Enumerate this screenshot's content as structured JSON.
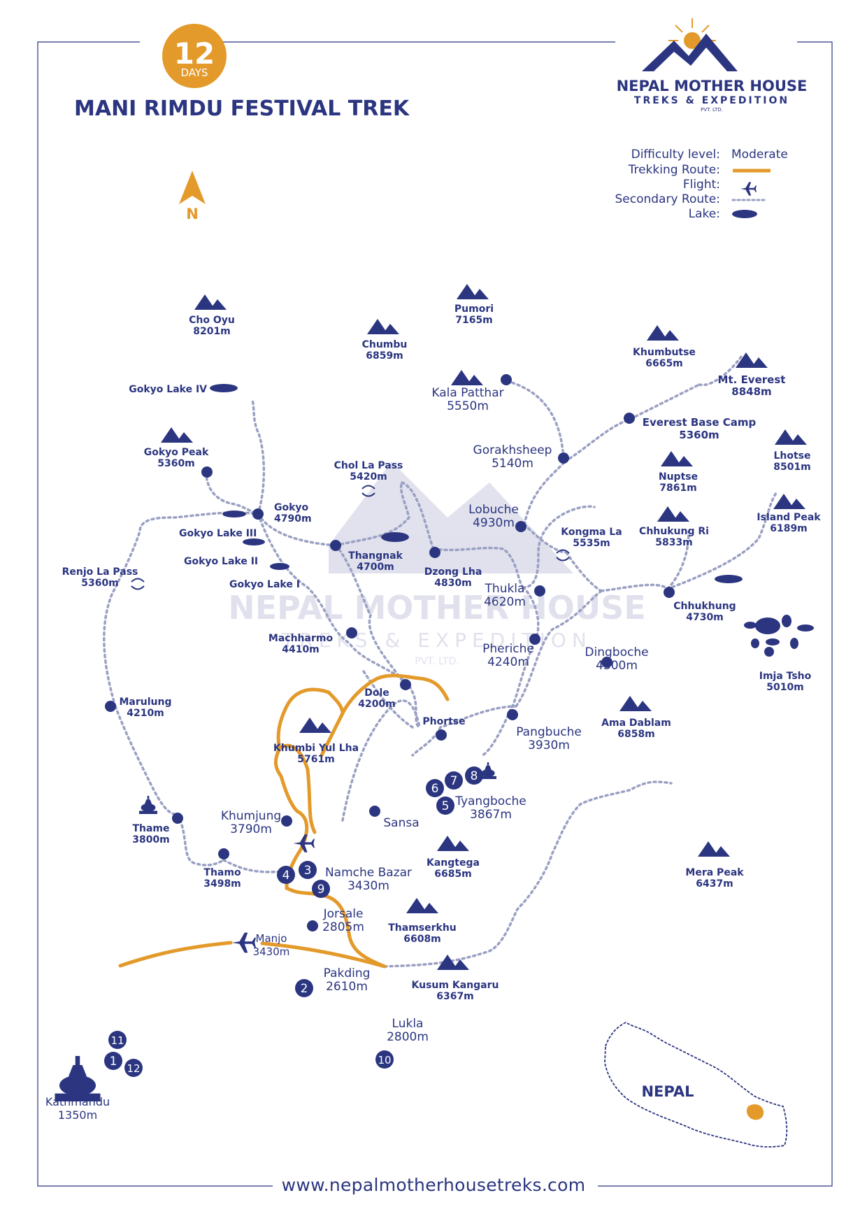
{
  "badge": {
    "number": "12",
    "unit": "DAYS"
  },
  "title": "MANI RIMDU FESTIVAL TREK",
  "company": {
    "name": "NEPAL MOTHER HOUSE",
    "tagline": "TREKS & EXPEDITION",
    "suffix": "PVT. LTD."
  },
  "watermark": {
    "line1": "NEPAL MOTHER HOUSE",
    "line2": "TREKS & EXPEDITION",
    "line3": "PVT. LTD."
  },
  "north": "N",
  "legend": {
    "difficulty_label": "Difficulty level:",
    "difficulty_value": "Moderate",
    "trekking_route": "Trekking Route:",
    "flight": "Flight:",
    "secondary_route": "Secondary Route:",
    "lake": "Lake:"
  },
  "colors": {
    "primary": "#2b3580",
    "accent": "#e39a2a",
    "dotted": "#9aa0c3"
  },
  "peaks": [
    {
      "name": "Cho Oyu",
      "alt": "8201m"
    },
    {
      "name": "Pumori",
      "alt": "7165m"
    },
    {
      "name": "Chumbu",
      "alt": "6859m"
    },
    {
      "name": "Khumbutse",
      "alt": "6665m"
    },
    {
      "name": "Mt. Everest",
      "alt": "8848m"
    },
    {
      "name": "Gokyo Peak",
      "alt": "5360m"
    },
    {
      "name": "Lhotse",
      "alt": "8501m"
    },
    {
      "name": "Nuptse",
      "alt": "7861m"
    },
    {
      "name": "Island Peak",
      "alt": "6189m"
    },
    {
      "name": "Chhukung Ri",
      "alt": "5833m"
    },
    {
      "name": "Ama Dablam",
      "alt": "6858m"
    },
    {
      "name": "Khumbi Yul Lha",
      "alt": "5761m"
    },
    {
      "name": "Kangtega",
      "alt": "6685m"
    },
    {
      "name": "Mera Peak",
      "alt": "6437m"
    },
    {
      "name": "Thamserkhu",
      "alt": "6608m"
    },
    {
      "name": "Kusum Kangaru",
      "alt": "6367m"
    },
    {
      "name": "Kala Patthar",
      "alt": "5550m"
    }
  ],
  "places": [
    {
      "name": "Gokyo",
      "alt": "4790m"
    },
    {
      "name": "Chol La Pass",
      "alt": "5420m"
    },
    {
      "name": "Thangnak",
      "alt": "4700m"
    },
    {
      "name": "Dzong Lha",
      "alt": "4830m"
    },
    {
      "name": "Lobuche",
      "alt": "4930m"
    },
    {
      "name": "Gorakhsheep",
      "alt": "5140m"
    },
    {
      "name": "Everest Base Camp",
      "alt": "5360m"
    },
    {
      "name": "Kongma La",
      "alt": "5535m"
    },
    {
      "name": "Thukla",
      "alt": "4620m"
    },
    {
      "name": "Chhukhung",
      "alt": "4730m"
    },
    {
      "name": "Renjo La Pass",
      "alt": "5360m"
    },
    {
      "name": "Machharmo",
      "alt": "4410m"
    },
    {
      "name": "Pheriche",
      "alt": "4240m"
    },
    {
      "name": "Dingboche",
      "alt": "4300m"
    },
    {
      "name": "Imja Tsho",
      "alt": "5010m"
    },
    {
      "name": "Dole",
      "alt": "4200m"
    },
    {
      "name": "Marulung",
      "alt": "4210m"
    },
    {
      "name": "Pangbuche",
      "alt": "3930m"
    },
    {
      "name": "Tyangboche",
      "alt": "3867m"
    },
    {
      "name": "Khumjung",
      "alt": "3790m"
    },
    {
      "name": "Thame",
      "alt": "3800m"
    },
    {
      "name": "Thamo",
      "alt": "3498m"
    },
    {
      "name": "Namche Bazar",
      "alt": "3430m"
    },
    {
      "name": "Jorsale",
      "alt": "2805m"
    },
    {
      "name": "Manjo",
      "alt": "3430m"
    },
    {
      "name": "Pakding",
      "alt": "2610m"
    },
    {
      "name": "Lukla",
      "alt": "2800m"
    },
    {
      "name": "Kathmandu",
      "alt": "1350m"
    }
  ],
  "simple_labels": [
    "Phortse",
    "Sansa"
  ],
  "lakes": [
    "Gokyo Lake IV",
    "Gokyo Lake III",
    "Gokyo Lake II",
    "Gokyo Lake I"
  ],
  "day_markers": [
    "1",
    "2",
    "3",
    "4",
    "5",
    "6",
    "7",
    "8",
    "9",
    "10",
    "11",
    "12"
  ],
  "country": "NEPAL",
  "website": "www.nepalmotherhousetreks.com"
}
